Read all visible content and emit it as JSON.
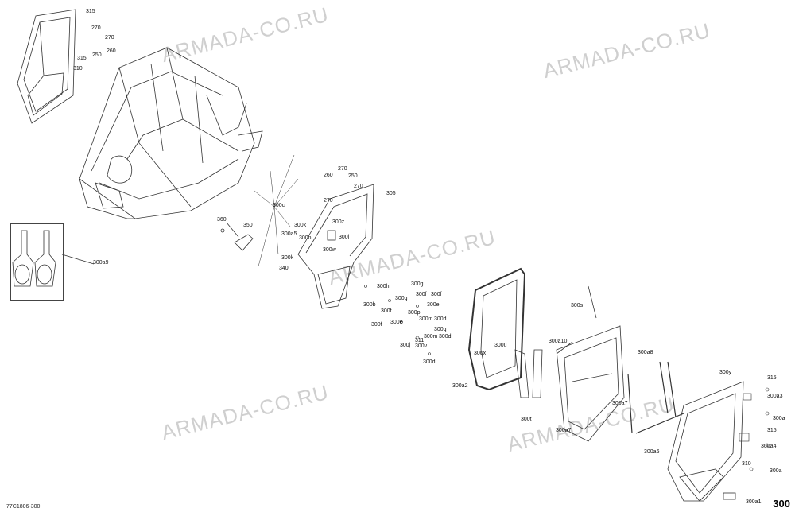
{
  "watermark": "ARMADA-CO.RU",
  "diagram_code": "77C1806-300",
  "page_number": "300",
  "callouts": {
    "c315a": "315",
    "c270a": "270",
    "c270b": "270",
    "c250a": "250",
    "c260a": "260",
    "c315b": "315",
    "c310a": "310",
    "c260b": "260",
    "c270c": "270",
    "c250b": "250",
    "c270d": "270",
    "c270e": "270",
    "c305": "305",
    "c300c": "300c",
    "c360": "360",
    "c350": "350",
    "c300k1": "300k",
    "c300a5": "300a5",
    "c300n": "300n",
    "c300z": "300z",
    "c300i": "300i",
    "c300w": "300w",
    "c300k2": "300k",
    "c340": "340",
    "c300a9": "300a9",
    "c300h": "300h",
    "c300g1": "300g",
    "c300f1": "300f",
    "c300f2": "300f",
    "c300e1": "300e",
    "c300b": "300b",
    "c300g2": "300g",
    "c300f3": "300f",
    "c300p": "300p",
    "c300m1": "300m",
    "c300d1": "300d",
    "c300f4": "300f",
    "c300e2": "300e",
    "c300q": "300q",
    "c300m2": "300m",
    "c300d2": "300d",
    "c311": "311",
    "c300j": "300j",
    "c300v": "300v",
    "c300d3": "300d",
    "c300x": "300x",
    "c300u": "300u",
    "c300a2": "300a2",
    "c300s": "300s",
    "c300a10": "300a10",
    "c300t": "300t",
    "c300a7a": "300a7",
    "c300a7b": "300a7",
    "c300a8": "300a8",
    "c300a6": "300a6",
    "c300y": "300y",
    "c315c": "315",
    "c300a3": "300a3",
    "c300a": "300a",
    "c315d": "315",
    "c300a4": "300a4",
    "c310b": "310",
    "c300a_b": "300a",
    "c300a1": "300a1"
  }
}
